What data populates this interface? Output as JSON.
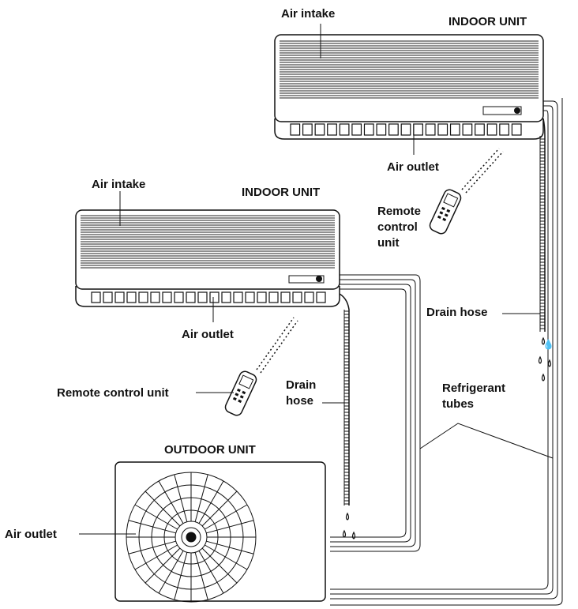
{
  "labels": {
    "upper_indoor_title": "INDOOR UNIT",
    "upper_air_intake": "Air intake",
    "upper_air_outlet": "Air outlet",
    "upper_remote": [
      "Remote",
      "control",
      "unit"
    ],
    "upper_drain_hose": "Drain hose",
    "lower_indoor_title": "INDOOR UNIT",
    "lower_air_intake": "Air intake",
    "lower_air_outlet": "Air outlet",
    "lower_remote": "Remote control unit",
    "lower_drain_hose": [
      "Drain",
      "hose"
    ],
    "refrigerant_tubes": [
      "Refrigerant",
      "tubes"
    ],
    "outdoor_title": "OUTDOOR UNIT",
    "outdoor_air_outlet": "Air outlet"
  },
  "colors": {
    "ink": "#111111",
    "background": "#ffffff"
  }
}
